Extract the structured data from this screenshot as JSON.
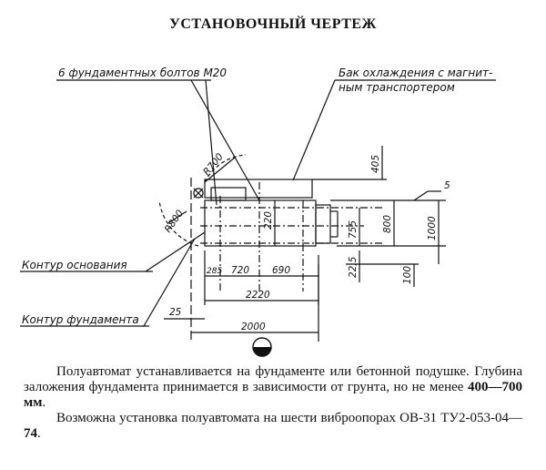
{
  "title": "УСТАНОВОЧНЫЙ ЧЕРТЕЖ",
  "callouts": {
    "bolts": "6 фундаментных болтов М20",
    "tank_line1": "Бак охлаждения с магнит-",
    "tank_line2": "ным транспортером",
    "base_contour": "Контур основания",
    "foundation_contour": "Контур фундамента"
  },
  "dimensions": {
    "r700": "R700",
    "r800": "R800",
    "d405": "405",
    "d5": "5",
    "d220": "220",
    "d755": "755",
    "d800": "800",
    "d1000": "1000",
    "d22_5": "22,5",
    "d100": "100",
    "d285": "285",
    "d720": "720",
    "d690": "690",
    "d2220": "2220",
    "d25": "25",
    "d2000": "2000"
  },
  "paragraph1": {
    "text": "Полуавтомат устанавливается на фундаменте или бетонной подушке. Глубина заложения фундамента принимается в зависимости от грунта, но не менее ",
    "bold": "400—700 мм",
    "end": "."
  },
  "paragraph2": {
    "text": "Возможна установка полуавтомата на шести виброопорах ОВ-31 ТУ2-053-04—",
    "bold": "74",
    "end": "."
  }
}
